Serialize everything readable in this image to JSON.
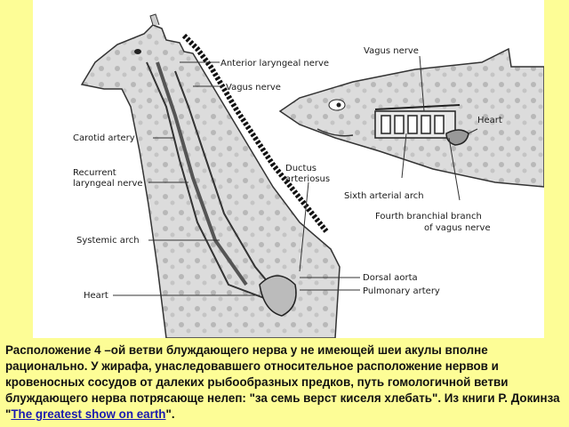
{
  "diagram": {
    "labels": {
      "anterior_laryngeal_nerve": "Anterior laryngeal nerve",
      "vagus_nerve_giraffe": "Vagus nerve",
      "carotid_artery": "Carotid artery",
      "recurrent_laryngeal_nerve_1": "Recurrent",
      "recurrent_laryngeal_nerve_2": "laryngeal nerve",
      "ductus_arteriosus_1": "Ductus",
      "ductus_arteriosus_2": "arteriosus",
      "systemic_arch": "Systemic arch",
      "heart_giraffe": "Heart",
      "dorsal_aorta": "Dorsal aorta",
      "pulmonary_artery": "Pulmonary artery",
      "vagus_nerve_shark": "Vagus nerve",
      "heart_shark": "Heart",
      "sixth_arterial_arch": "Sixth arterial arch",
      "fourth_branchial_branch_1": "Fourth branchial branch",
      "fourth_branchial_branch_2": "of vagus nerve"
    }
  },
  "caption": {
    "text": "Расположение 4 –ой ветви блуждающего нерва у не имеющей шеи акулы вполне рационально. У жирафа, унаследовавшего относительное расположение нервов и кровеносных сосудов от далеких рыбообразных предков, путь гомологичной ветви блуждающего нерва потрясающе нелеп: \"за семь верст киселя хлебать\". Из книги Р. Докинза \"",
    "link_text": "The greatest show on earth",
    "tail": "\"."
  }
}
